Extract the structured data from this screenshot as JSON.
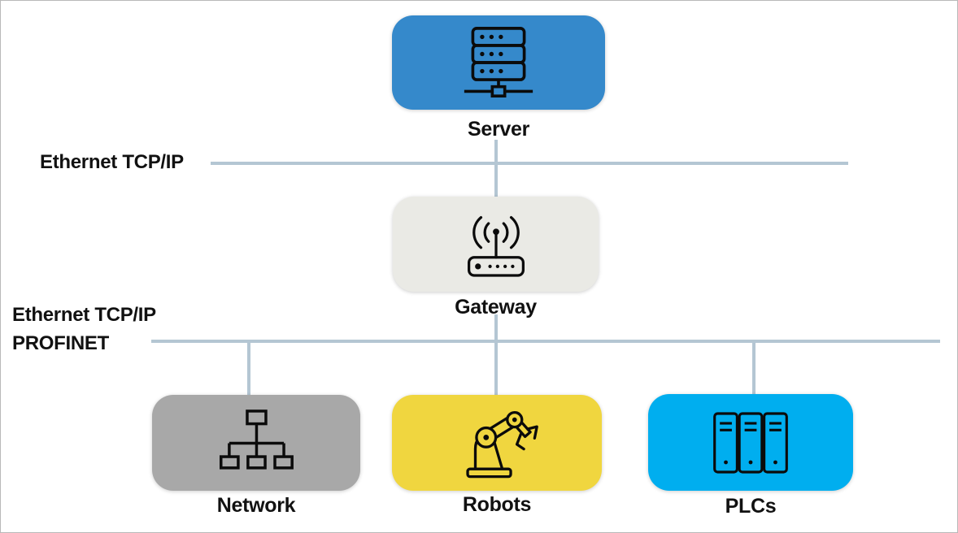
{
  "nodes": {
    "server": {
      "label": "Server",
      "color": "#3589CB",
      "icon": "server-stack-icon"
    },
    "gateway": {
      "label": "Gateway",
      "color": "#EAEAE5",
      "icon": "wireless-router-icon"
    },
    "network": {
      "label": "Network",
      "color": "#A8A8A8",
      "icon": "network-tree-icon"
    },
    "robots": {
      "label": "Robots",
      "color": "#F0D63F",
      "icon": "robot-arm-icon"
    },
    "plcs": {
      "label": "PLCs",
      "color": "#00AEEF",
      "icon": "plc-cabinets-icon"
    }
  },
  "buses": {
    "ethernet_tcpip": {
      "label": "Ethernet TCP/IP"
    },
    "ethernet_profinet": {
      "label_line1": "Ethernet TCP/IP",
      "label_line2": "PROFINET"
    }
  },
  "edges": [
    {
      "from": "server",
      "via": "ethernet_tcpip",
      "to": "gateway"
    },
    {
      "from": "gateway",
      "via": "ethernet_profinet",
      "to": "network"
    },
    {
      "from": "gateway",
      "via": "ethernet_profinet",
      "to": "robots"
    },
    {
      "from": "gateway",
      "via": "ethernet_profinet",
      "to": "plcs"
    }
  ],
  "colors": {
    "connector_line": "#B4C6D3",
    "label_text": "#111111",
    "background": "#FFFFFF",
    "frame_border": "#B9B9B9"
  }
}
